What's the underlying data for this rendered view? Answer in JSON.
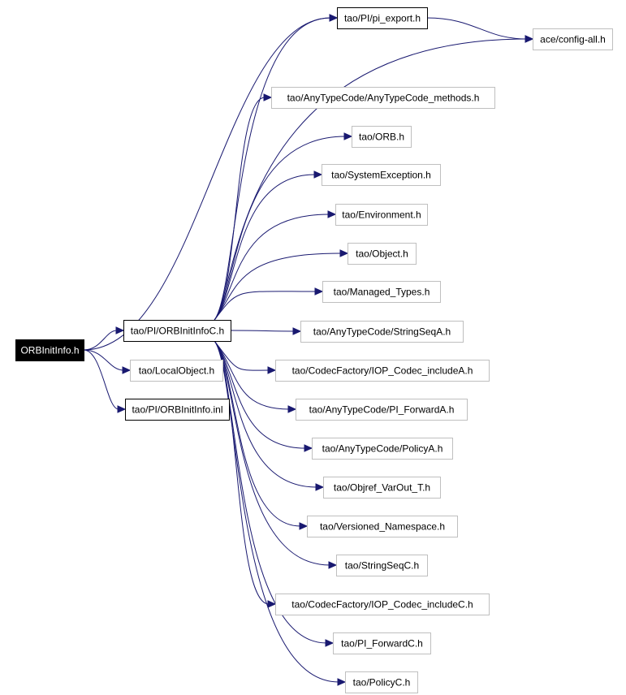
{
  "diagram": {
    "nodes": [
      {
        "id": "root",
        "label": "ORBInitInfo.h",
        "style": "root"
      },
      {
        "id": "orbinitinfoc",
        "label": "tao/PI/ORBInitInfoC.h",
        "style": "black"
      },
      {
        "id": "localobject",
        "label": "tao/LocalObject.h",
        "style": "gray"
      },
      {
        "id": "orbinitinfoinl",
        "label": "tao/PI/ORBInitInfo.inl",
        "style": "black"
      },
      {
        "id": "pi_export",
        "label": "tao/PI/pi_export.h",
        "style": "black"
      },
      {
        "id": "config_all",
        "label": "ace/config-all.h",
        "style": "gray"
      },
      {
        "id": "anytypecode_methods",
        "label": "tao/AnyTypeCode/AnyTypeCode_methods.h",
        "style": "gray"
      },
      {
        "id": "orb",
        "label": "tao/ORB.h",
        "style": "gray"
      },
      {
        "id": "systemexception",
        "label": "tao/SystemException.h",
        "style": "gray"
      },
      {
        "id": "environment",
        "label": "tao/Environment.h",
        "style": "gray"
      },
      {
        "id": "object",
        "label": "tao/Object.h",
        "style": "gray"
      },
      {
        "id": "managed_types",
        "label": "tao/Managed_Types.h",
        "style": "gray"
      },
      {
        "id": "stringseqa",
        "label": "tao/AnyTypeCode/StringSeqA.h",
        "style": "gray"
      },
      {
        "id": "iop_codec_includea",
        "label": "tao/CodecFactory/IOP_Codec_includeA.h",
        "style": "gray"
      },
      {
        "id": "pi_forwarda",
        "label": "tao/AnyTypeCode/PI_ForwardA.h",
        "style": "gray"
      },
      {
        "id": "policya",
        "label": "tao/AnyTypeCode/PolicyA.h",
        "style": "gray"
      },
      {
        "id": "objref_varout",
        "label": "tao/Objref_VarOut_T.h",
        "style": "gray"
      },
      {
        "id": "versioned_namespace",
        "label": "tao/Versioned_Namespace.h",
        "style": "gray"
      },
      {
        "id": "stringseqc",
        "label": "tao/StringSeqC.h",
        "style": "gray"
      },
      {
        "id": "iop_codec_includec",
        "label": "tao/CodecFactory/IOP_Codec_includeC.h",
        "style": "gray"
      },
      {
        "id": "pi_forwardc",
        "label": "tao/PI_ForwardC.h",
        "style": "gray"
      },
      {
        "id": "policyc",
        "label": "tao/PolicyC.h",
        "style": "gray"
      }
    ],
    "edges": [
      [
        "root",
        "orbinitinfoc"
      ],
      [
        "root",
        "localobject"
      ],
      [
        "root",
        "orbinitinfoinl"
      ],
      [
        "root",
        "pi_export"
      ],
      [
        "pi_export",
        "config_all"
      ],
      [
        "orbinitinfoc",
        "pi_export"
      ],
      [
        "orbinitinfoc",
        "config_all"
      ],
      [
        "orbinitinfoc",
        "anytypecode_methods"
      ],
      [
        "orbinitinfoc",
        "orb"
      ],
      [
        "orbinitinfoc",
        "systemexception"
      ],
      [
        "orbinitinfoc",
        "environment"
      ],
      [
        "orbinitinfoc",
        "object"
      ],
      [
        "orbinitinfoc",
        "managed_types"
      ],
      [
        "orbinitinfoc",
        "stringseqa"
      ],
      [
        "orbinitinfoc",
        "iop_codec_includea"
      ],
      [
        "orbinitinfoc",
        "pi_forwarda"
      ],
      [
        "orbinitinfoc",
        "policya"
      ],
      [
        "orbinitinfoc",
        "objref_varout"
      ],
      [
        "orbinitinfoc",
        "versioned_namespace"
      ],
      [
        "orbinitinfoc",
        "stringseqc"
      ],
      [
        "orbinitinfoc",
        "iop_codec_includec"
      ],
      [
        "orbinitinfoc",
        "pi_forwardc"
      ],
      [
        "orbinitinfoc",
        "policyc"
      ]
    ]
  }
}
